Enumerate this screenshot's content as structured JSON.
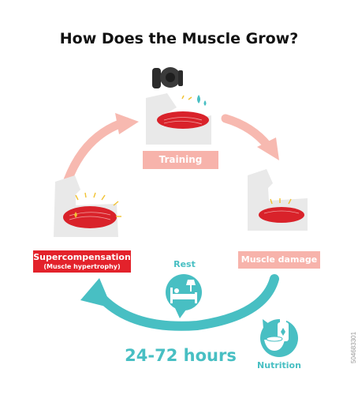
{
  "title": "How Does the Muscle Grow?",
  "stages": {
    "training": "Training",
    "damage": "Muscle damage",
    "super_line1": "Supercompensation",
    "super_line2": "(Muscle hypertrophy)"
  },
  "recovery": {
    "rest": "Rest",
    "nutrition": "Nutrition",
    "duration": "24-72 hours"
  },
  "stock_id": "504683301",
  "colors": {
    "arrow_pink": "#f7b9b0",
    "label_pink": "#f7b3ab",
    "label_red": "#e3222b",
    "teal": "#48bfc3",
    "arm_gray": "#e9e9e9",
    "muscle_red": "#d9222a"
  },
  "icons": [
    "dumbbell-icon",
    "sweat-drop-icon",
    "bed-icon",
    "lamp-icon",
    "food-bowl-icon",
    "bottle-icon"
  ]
}
